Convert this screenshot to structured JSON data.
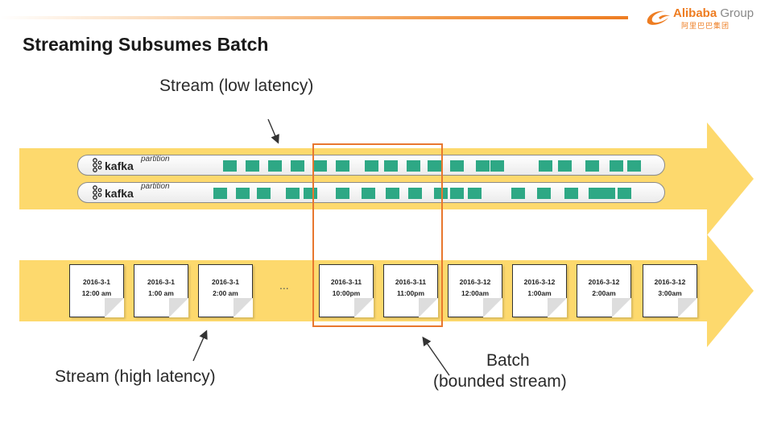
{
  "slide": {
    "title": "Streaming Subsumes Batch",
    "logo": {
      "brand": "Alibaba",
      "group": "Group",
      "chinese": "阿里巴巴集团"
    }
  },
  "labels": {
    "stream_low_latency": "Stream (low latency)",
    "stream_high_latency": "Stream (high latency)",
    "batch_line1": "Batch",
    "batch_line2": "(bounded stream)"
  },
  "pipes": [
    {
      "name": "kafka",
      "label": "partition"
    },
    {
      "name": "kafka",
      "label": "partition"
    }
  ],
  "files": [
    {
      "date": "2016-3-1",
      "time": "12:00 am"
    },
    {
      "date": "2016-3-1",
      "time": "1:00 am"
    },
    {
      "date": "2016-3-1",
      "time": "2:00 am"
    },
    {
      "date": "2016-3-11",
      "time": "10:00pm"
    },
    {
      "date": "2016-3-11",
      "time": "11:00pm"
    },
    {
      "date": "2016-3-12",
      "time": "12:00am"
    },
    {
      "date": "2016-3-12",
      "time": "1:00am"
    },
    {
      "date": "2016-3-12",
      "time": "2:00am"
    },
    {
      "date": "2016-3-12",
      "time": "3:00am"
    }
  ],
  "ellipsis": "...",
  "colors": {
    "band": "#fdd96d",
    "record": "#2ea885",
    "highlight": "#e8772e",
    "accent": "#ee7d22"
  }
}
